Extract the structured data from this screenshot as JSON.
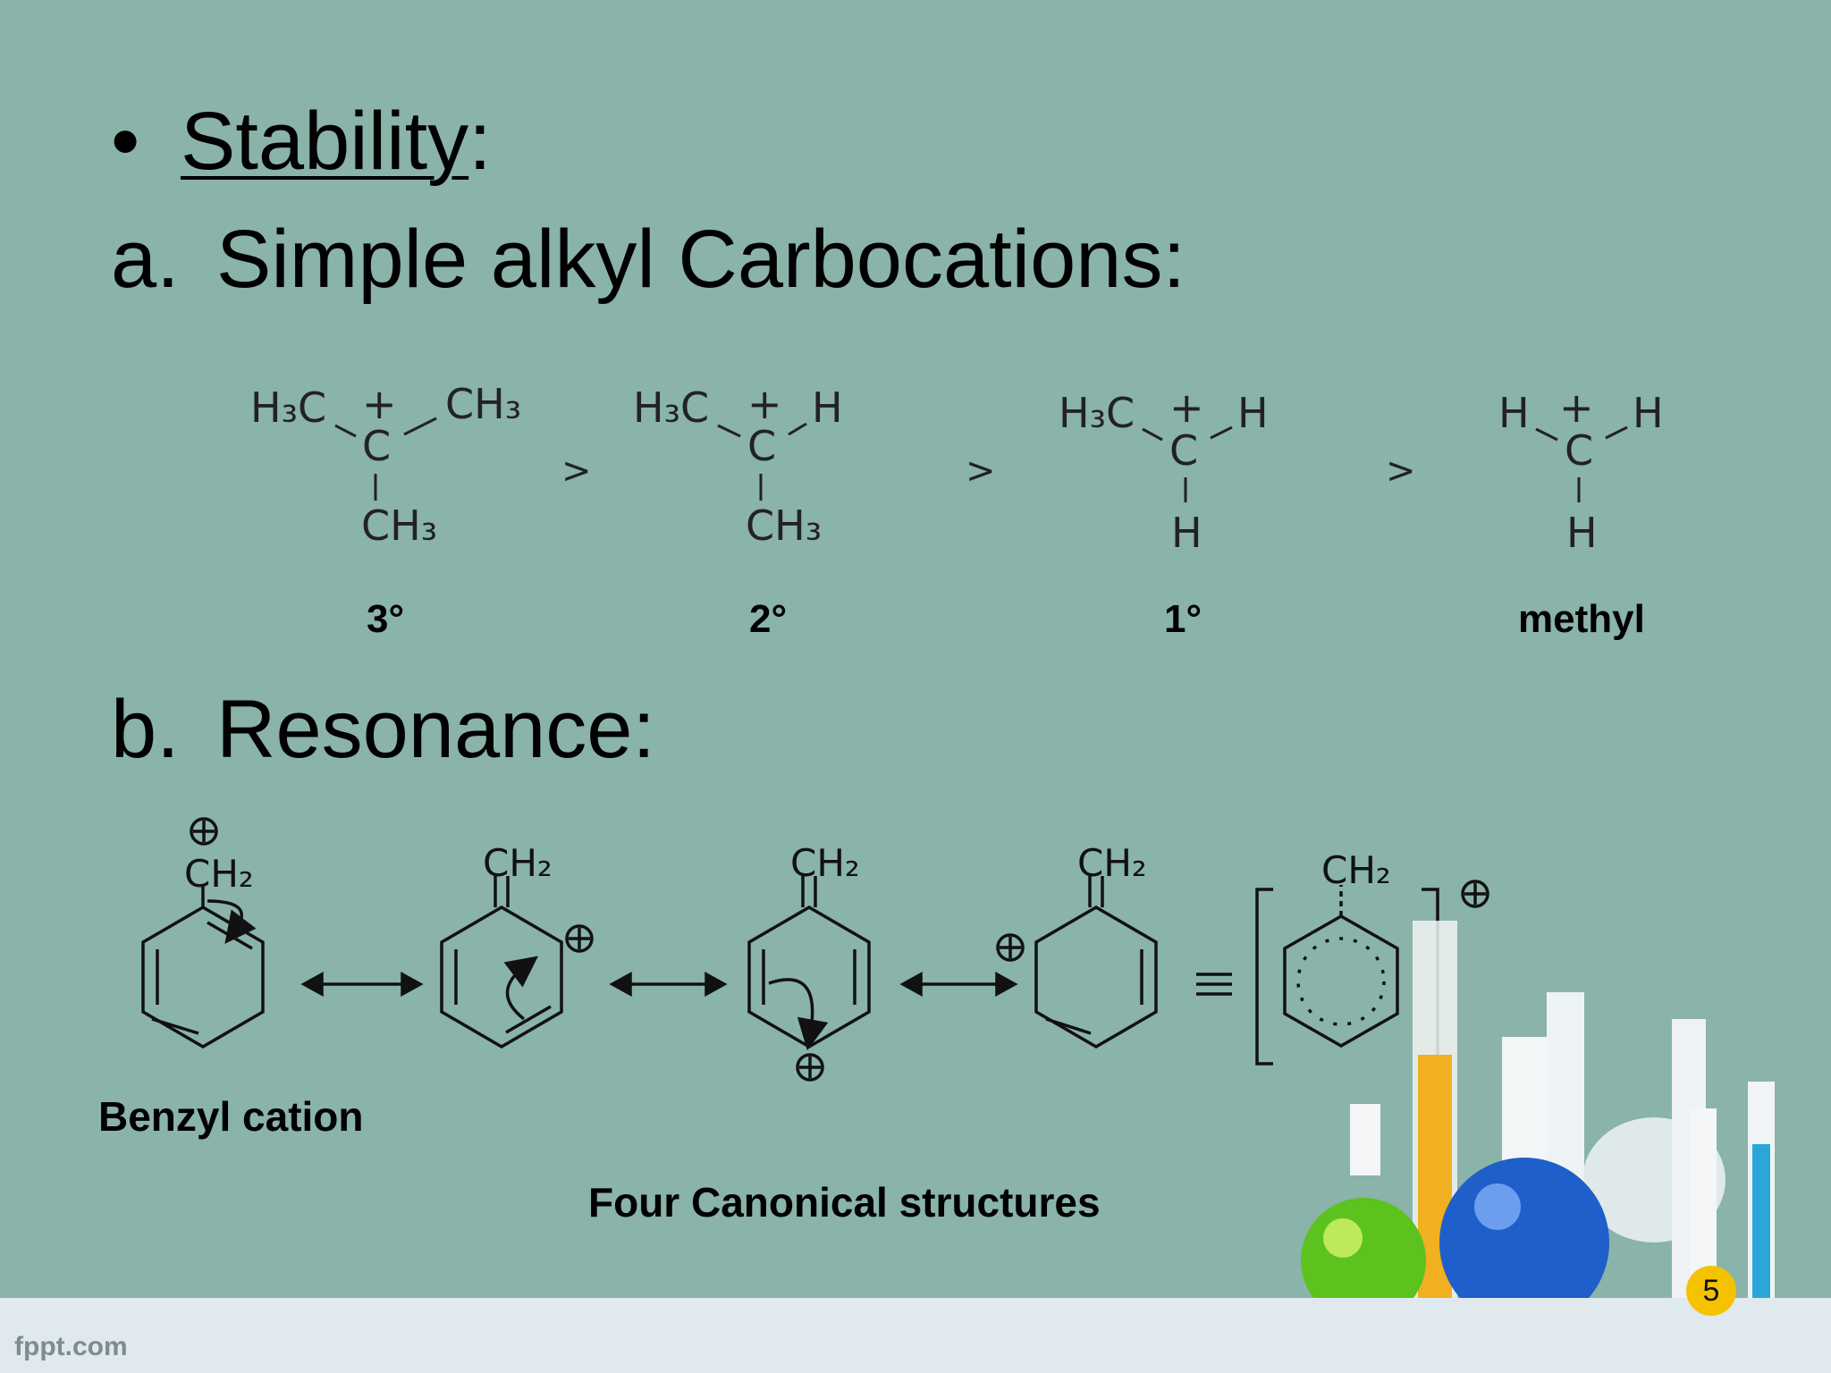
{
  "slide": {
    "bullet": "•",
    "heading_word": "Stability",
    "heading_colon": ":",
    "item_a_marker": "a.",
    "item_a_text": "Simple alkyl Carbocations:",
    "item_b_marker": "b.",
    "item_b_text": "Resonance:",
    "carbocations": [
      {
        "label": "3°"
      },
      {
        "label": "2°"
      },
      {
        "label": "1°"
      },
      {
        "label": "methyl"
      }
    ],
    "comparison_symbol": ">",
    "benzyl_caption": "Benzyl cation",
    "canonical_caption": "Four Canonical structures",
    "page_number": "5",
    "footer_brand": "fppt.com"
  }
}
